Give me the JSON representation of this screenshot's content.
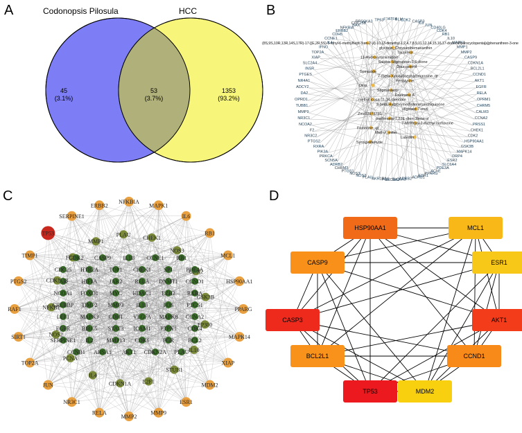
{
  "panels": {
    "A": {
      "letter": "A",
      "left_title": "Codonopsis Pilosula",
      "right_title": "HCC",
      "left_only": {
        "count": "45",
        "pct": "(3.1%)"
      },
      "overlap": {
        "count": "53",
        "pct": "(3.7%)"
      },
      "right_only": {
        "count": "1353",
        "pct": "(93.2%)"
      },
      "colors": {
        "left": "#7d7df5",
        "right": "#f7f57a",
        "overlap": "#b0b07a"
      }
    },
    "B": {
      "letter": "B",
      "outer_targets": [
        "ATF4",
        "BLM",
        "CDK2",
        "CASP3",
        "IL6",
        "JUN",
        "CD40LG",
        "CDK4",
        "RB1",
        "IL10",
        "MAPK1",
        "MMP1",
        "MMP2",
        "CASP9",
        "CDKN1A",
        "BCL2L1",
        "CCND1",
        "AKT1",
        "EGFR",
        "RELA",
        "OPRM1",
        "CHRM5",
        "CALM3",
        "CCNA2",
        "PRSS1",
        "CHEK1",
        "CDK2",
        "HSP90AA1",
        "GSK3B",
        "MAPK14",
        "DRP4",
        "ESR2",
        "SLC6A4",
        "PDE3A",
        "AChE",
        "PPARG",
        "ESR1",
        "ADRB1",
        "ADRB2",
        "SLC6A3",
        "SLC6A2",
        "PGR",
        "AKR1B1",
        "PLAU",
        "NOS2",
        "NOS3",
        "PTGS1",
        "CHRM3",
        "ADRB2",
        "SCN5A",
        "PRKCA",
        "PIK3A",
        "RXRA",
        "PTGS2",
        "NR3C2",
        "F2",
        "NCOA2",
        "NR3C1",
        "MMP9",
        "TUBB1",
        "OPRD1",
        "DA2",
        "ADCY2",
        "NR4A1",
        "PTGES",
        "INSR",
        "SLC2A4",
        "XIAP",
        "TOP2A",
        "IFNG",
        "IL4",
        "CCNE1",
        "CDH5",
        "ERBB2",
        "NFKBIA",
        "BAX",
        "CDC25B",
        "RPS6KA3",
        "TP63",
        "F7"
      ],
      "inner_compounds": [
        "(8S,9S,10R,13R,14S,17R)-17-[(E,2R,5S)-5-ethyl-6-methylhept-3-en-2-yl]-10,13-dimethyl-1,2,4,7,8,9,11,12,14,15,16,17-dodecahydrocyclopenta[a]phenanthren-3-one",
        "glycitein_Chrysanthemaxanthin",
        "Taraxerol",
        "11-Hydroxyrankinidine",
        "5alpha-Stigmastan-3,6-dione",
        "Daucosterol",
        "Spinoside",
        "7-(beta-Xylosyl)cephalomannine_qt",
        "Perlolyrine",
        "Diop",
        "Stigmasterol",
        "Frutinone A",
        "methyl icosa-11,14-dienoate",
        "3-beta-Hydroxymethyllenetanshiquinone",
        "stigmast-7-enol",
        "Zinc03978781",
        "poriferasta-7,22E-dien-3beta-ol",
        "7-Methoxy-2-methyl isoflavone",
        "Frutinone_qt",
        "Methyl_ester",
        "Luteolin",
        "Syringaldehyde"
      ],
      "hub_color": "#f0b840",
      "line_color": "#888888"
    },
    "C": {
      "letter": "C",
      "outer_nodes": [
        "NFKBIA",
        "MAPK1",
        "IL6",
        "RB1",
        "MCL1",
        "HSP90AA1",
        "PPARG",
        "MAPK14",
        "XIAP",
        "MDM2",
        "ESR1",
        "MMP9",
        "MMP2",
        "RELA",
        "NR3C1",
        "JUN",
        "TOP2A",
        "SIRT1",
        "RAF1",
        "PTGS2",
        "TIMP1",
        "TP53",
        "SERPINE1",
        "ERBB2"
      ],
      "middle_nodes": [
        "CHEK1",
        "NOS3",
        "CDK2",
        "GSK3B",
        "EP300",
        "IL10",
        "STUB1",
        "E2F1",
        "CDKN1A",
        "IL4",
        "PCNA",
        "NOS2",
        "NFKB1",
        "CDKN1B",
        "FGFR",
        "MMP1",
        "PLAU"
      ],
      "inner_rows": [
        [
          "CDK2",
          "CASP9",
          "IL1B",
          "CCNE1",
          "RB1"
        ],
        [
          "CDC25",
          "HTR2A",
          "TOP1",
          "CHEK1",
          "SP1",
          "PDE4A"
        ],
        [
          "AR",
          "HIF1A",
          "JAK2",
          "RELA",
          "DNMT1",
          "CCND1"
        ],
        [
          "NCOA1",
          "FOXO1",
          "MYC",
          "HDAC1",
          "EZH2",
          "RXRA"
        ],
        [
          "CREBBP",
          "TIMP2",
          "MMP3",
          "IL1B",
          "FOS",
          "PTGS1"
        ],
        [
          "LEF1",
          "MAPK3",
          "CDH1",
          "VEGFA",
          "MAPK8",
          "CCNA2"
        ],
        [
          "EGFR",
          "BIRC5",
          "STAT3",
          "ICAM1",
          "PTPN1",
          "CDK4"
        ],
        [
          "SERPINE1",
          "IL2",
          "MMP13",
          "CDK6",
          "PGR",
          "BCL2"
        ],
        [
          "CCNB1",
          "AHSA1",
          "AKT1",
          "CDKN2A",
          "PLAU"
        ]
      ],
      "colors": {
        "outer": "#e8a040",
        "middle": "#7a8a3a",
        "inner": "#3a6a2a",
        "tp53": "#c8281e",
        "edges": "#9a9a9a"
      }
    },
    "D": {
      "letter": "D",
      "nodes": [
        {
          "label": "HSP90AA1",
          "color": "#f06a18"
        },
        {
          "label": "MCL1",
          "color": "#f8b818"
        },
        {
          "label": "ESR1",
          "color": "#f8c818"
        },
        {
          "label": "AKT1",
          "color": "#f23c1a"
        },
        {
          "label": "CCND1",
          "color": "#f88a1a"
        },
        {
          "label": "MDM2",
          "color": "#f8d010"
        },
        {
          "label": "TP53",
          "color": "#ec1a1e"
        },
        {
          "label": "BCL2L1",
          "color": "#f8921a"
        },
        {
          "label": "CASP3",
          "color": "#ee2a1c"
        },
        {
          "label": "CASP9",
          "color": "#f8901a"
        }
      ]
    }
  }
}
